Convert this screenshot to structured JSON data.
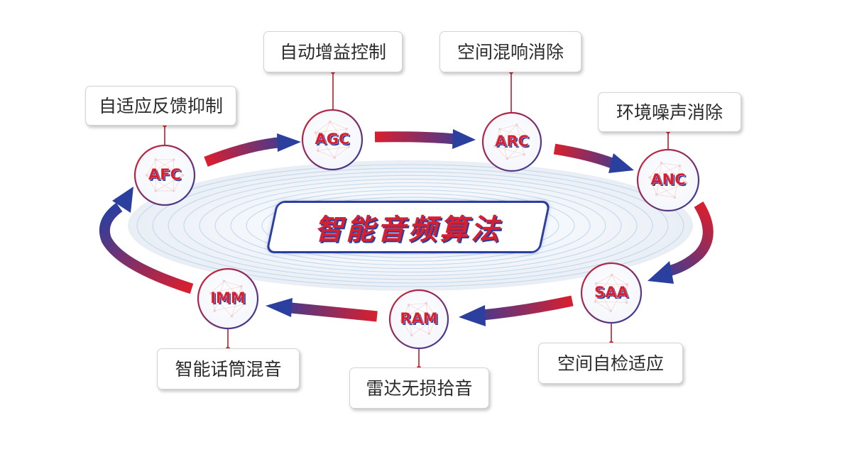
{
  "center": {
    "title": "智能音频算法"
  },
  "nodes": [
    {
      "id": "afc",
      "abbr": "AFC",
      "label": "自适应反馈抑制"
    },
    {
      "id": "agc",
      "abbr": "AGC",
      "label": "自动增益控制"
    },
    {
      "id": "arc",
      "abbr": "ARC",
      "label": "空间混响消除"
    },
    {
      "id": "anc",
      "abbr": "ANC",
      "label": "环境噪声消除"
    },
    {
      "id": "saa",
      "abbr": "SAA",
      "label": "空间自检适应"
    },
    {
      "id": "ram",
      "abbr": "RAM",
      "label": "雷达无损拾音"
    },
    {
      "id": "imm",
      "abbr": "IMM",
      "label": "智能话筒混音"
    }
  ],
  "colors": {
    "accent_red": "#d81f2f",
    "accent_blue": "#2b3f9e",
    "ripple": "#bcd3ea",
    "connector": "#b01f2b"
  }
}
